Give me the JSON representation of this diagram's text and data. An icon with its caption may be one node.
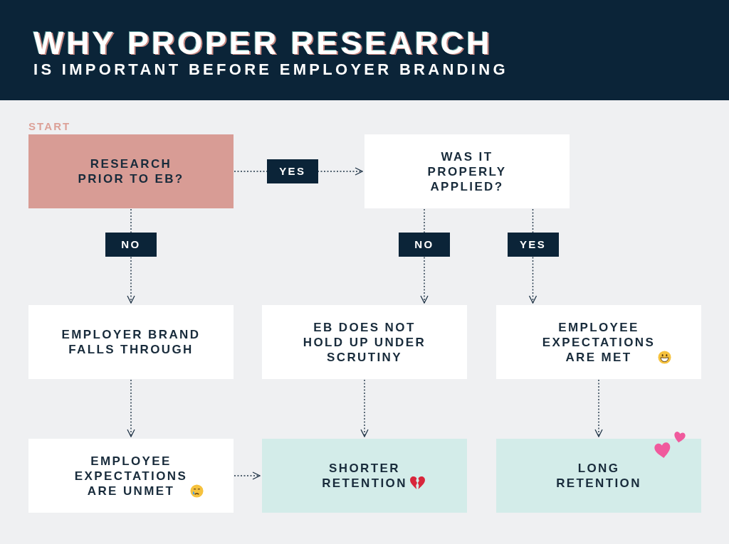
{
  "diagram": {
    "title": "WHY PROPER RESEARCH",
    "nodes": [
      {
        "text": [
          "RESEARCH PRIOR TO EB?"
        ],
        "beside": [
          "START"
        ]
      },
      {
        "text": [
          "WAS IT PROPERLY APPLIED?"
        ]
      },
      {
        "text": [
          "EMPLOYER BRAND FALLS THROUGH"
        ]
      },
      {
        "text": [
          "EB DOES NOT HOLD UP UNDER SCRUTINY"
        ]
      },
      {
        "text": [
          "EMPLOYEE EXPECTATIONS ARE MET"
        ]
      },
      {
        "text": [
          "EMPLOYEE EXPECTATIONS ARE UNMET"
        ]
      },
      {
        "text": [
          "SHORTER RETENTION"
        ]
      },
      {
        "text": [
          "LONG RETENTION"
        ]
      }
    ],
    "edges": [
      {
        "from": 0,
        "to": 1,
        "arrow": "to",
        "label": "YES"
      },
      {
        "from": 0,
        "to": 2,
        "arrow": "to",
        "label": "NO"
      },
      {
        "from": 1,
        "to": 3,
        "arrow": "to",
        "label": "NO"
      },
      {
        "from": 1,
        "to": 4,
        "arrow": "to",
        "label": "YES"
      },
      {
        "from": 2,
        "to": 5,
        "arrow": "to"
      },
      {
        "from": 3,
        "to": 6,
        "arrow": "to"
      },
      {
        "from": 4,
        "to": 7,
        "arrow": "to"
      },
      {
        "from": 5,
        "to": 6,
        "arrow": "to"
      }
    ],
    "labels": [
      "IS IMPORTANT BEFORE EMPLOYER BRANDING"
    ]
  }
}
